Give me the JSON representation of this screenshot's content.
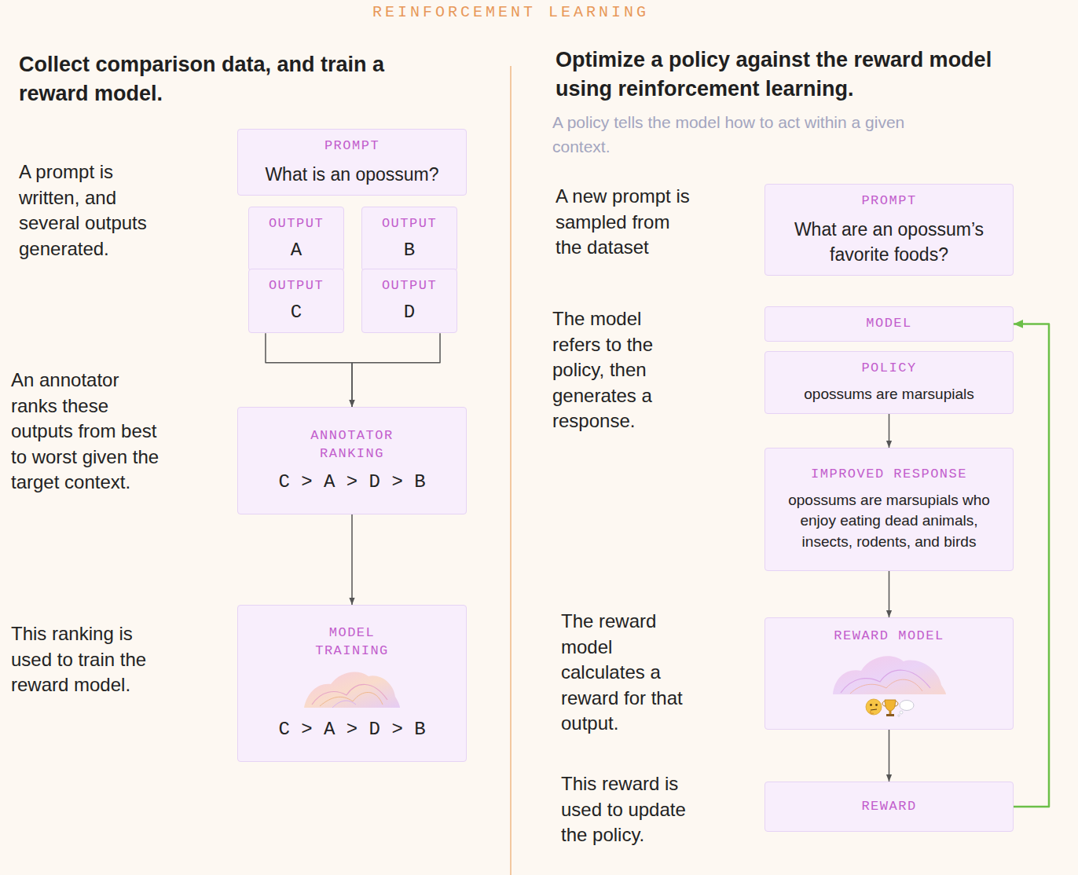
{
  "diagram": {
    "title": "REINFORCEMENT LEARNING",
    "nodes": [
      {
        "text": [
          "PROMPT",
          "What is an opossum?"
        ]
      },
      {
        "text": [
          "OUTPUT",
          "A"
        ]
      },
      {
        "text": [
          "OUTPUT",
          "B"
        ]
      },
      {
        "text": [
          "OUTPUT",
          "C"
        ]
      },
      {
        "text": [
          "OUTPUT",
          "D"
        ]
      },
      {
        "text": [
          "ANNOTATOR RANKING",
          "C > A > D > B"
        ]
      },
      {
        "text": [
          "MODEL TRAINING",
          "C > A > D > B"
        ]
      },
      {
        "text": [
          "PROMPT",
          "What are an opossum’s favorite foods?"
        ]
      },
      {
        "text": [
          "MODEL"
        ]
      },
      {
        "text": [
          "POLICY",
          "opossums are marsupials"
        ]
      },
      {
        "text": [
          "IMPROVED RESPONSE",
          "opossums are marsupials who enjoy eating dead animals, insects, rodents, and birds"
        ]
      },
      {
        "text": [
          "REWARD MODEL"
        ]
      },
      {
        "text": [
          "REWARD"
        ]
      }
    ],
    "edges": [
      {
        "from": 3,
        "to": 5,
        "arrow": "to"
      },
      {
        "from": 4,
        "to": 5,
        "arrow": "to"
      },
      {
        "from": 5,
        "to": 6,
        "arrow": "to"
      },
      {
        "from": 9,
        "to": 10,
        "arrow": "to"
      },
      {
        "from": 10,
        "to": 11,
        "arrow": "to"
      },
      {
        "from": 11,
        "to": 12,
        "arrow": "to"
      },
      {
        "from": 12,
        "to": 8,
        "arrow": "to"
      }
    ],
    "labels": [
      "Collect comparison data, and train a reward model.",
      "A prompt is written, and several outputs generated.",
      "An annotator ranks these outputs from best to worst given the target context.",
      "This ranking is used to train the reward model.",
      "Optimize a policy against the reward model using reinforcement learning.",
      "A policy tells the model how to act within a given context.",
      "A new prompt is sampled from the dataset",
      "The model refers to the policy, then generates a response.",
      "The reward model calculates a reward for that output.",
      "This reward is used to update the policy."
    ]
  }
}
